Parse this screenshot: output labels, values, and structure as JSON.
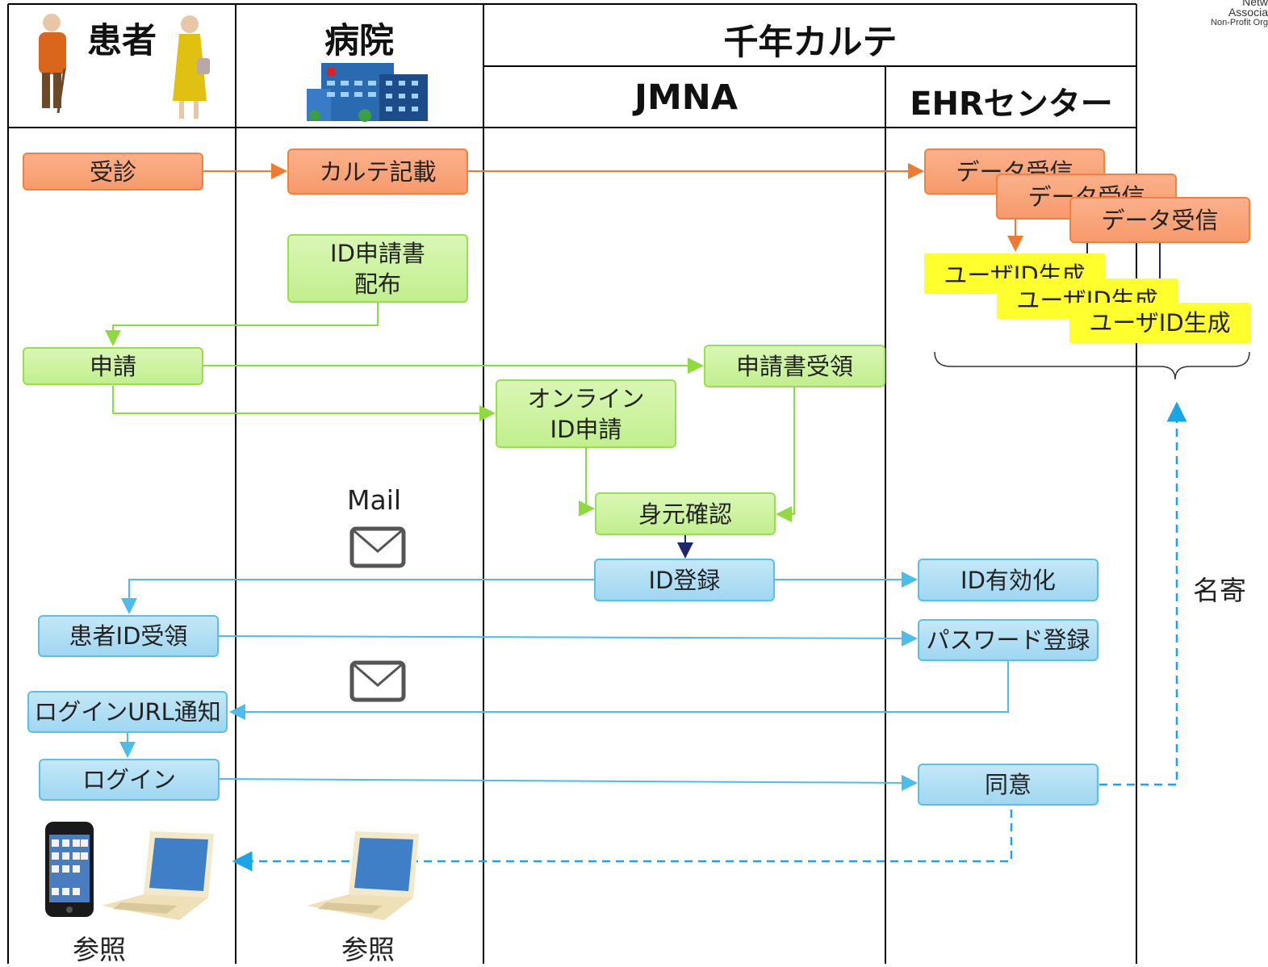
{
  "corner_text": [
    "Netw",
    "Associa",
    "Non-Profit Org"
  ],
  "headers": {
    "patient": "患者",
    "hospital": "病院",
    "karte": "千年カルテ",
    "jmna": "JMNA",
    "ehr": "EHRセンター"
  },
  "boxes": {
    "jushin": "受診",
    "karte_kisai": "カルテ記載",
    "data1": "データ受信",
    "data2": "データ受信",
    "data3": "データ受信",
    "idsinsei_haifu": "ID申請書\n配布",
    "user1": "ユーザID生成",
    "user2": "ユーザID生成",
    "user3": "ユーザID生成",
    "shinsei": "申請",
    "shinseisho_juryo": "申請書受領",
    "online": "オンライン\nID申請",
    "mimoto": "身元確認",
    "id_toroku": "ID登録",
    "id_yuko": "ID有効化",
    "kanja_id": "患者ID受領",
    "password": "パスワード登録",
    "login_url": "ログインURL通知",
    "login": "ログイン",
    "doui": "同意"
  },
  "labels": {
    "mail": "Mail",
    "nayose": "名寄",
    "sansho1": "参照",
    "sansho2": "参照"
  },
  "colors": {
    "orange_line": "#f07b2e",
    "green_line": "#8fdb3f",
    "blue_line": "#4bbde8",
    "navy_line": "#1a2a6c",
    "dashed_line": "#1aa6e6",
    "grid_line": "#000000"
  }
}
